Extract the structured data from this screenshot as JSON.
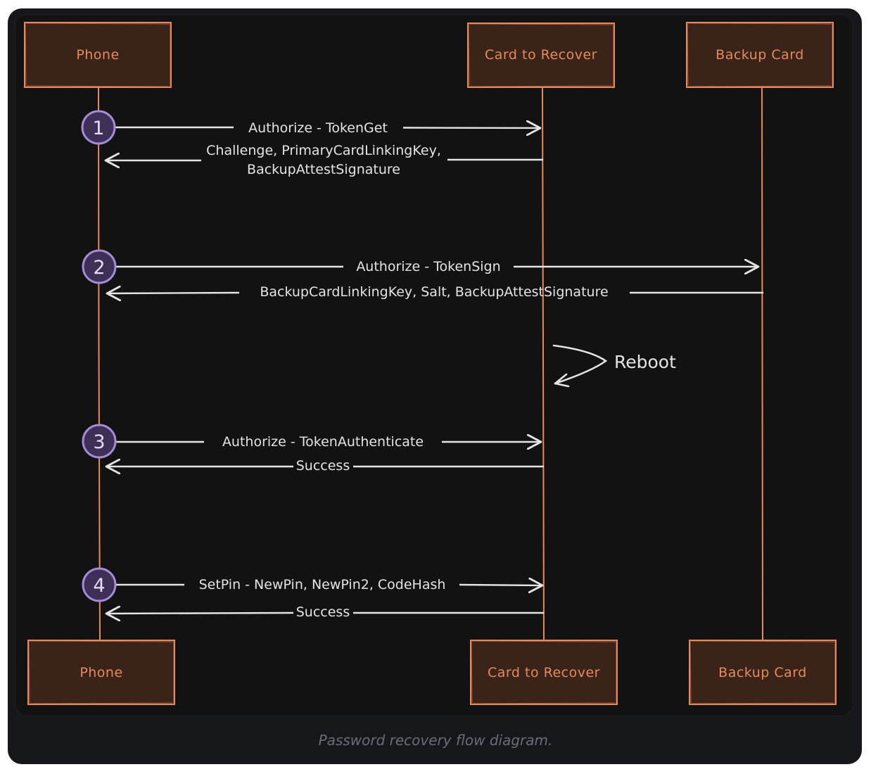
{
  "participants": {
    "phone": "Phone",
    "card_to_recover": "Card to Recover",
    "backup_card": "Backup Card"
  },
  "steps": [
    "1",
    "2",
    "3",
    "4"
  ],
  "messages": {
    "step1_request": "Authorize - TokenGet",
    "step1_response_line1": "Challenge, PrimaryCardLinkingKey,",
    "step1_response_line2": "BackupAttestSignature",
    "step2_request": "Authorize - TokenSign",
    "step2_response": "BackupCardLinkingKey, Salt, BackupAttestSignature",
    "reboot": "Reboot",
    "step3_request": "Authorize - TokenAuthenticate",
    "step3_response": "Success",
    "step4_request": "SetPin - NewPin, NewPin2, CodeHash",
    "step4_response": "Success"
  },
  "caption": "Password recovery flow diagram.",
  "colors": {
    "background": "#121212",
    "frame": "#16171b",
    "participant_box_fill": "#3a2419",
    "participant_box_stroke": "#e8895c",
    "lifeline": "#e8895c",
    "arrow": "#e4e4e4",
    "step_circle_fill": "#3d2f55",
    "step_circle_stroke": "#a48bd6"
  }
}
